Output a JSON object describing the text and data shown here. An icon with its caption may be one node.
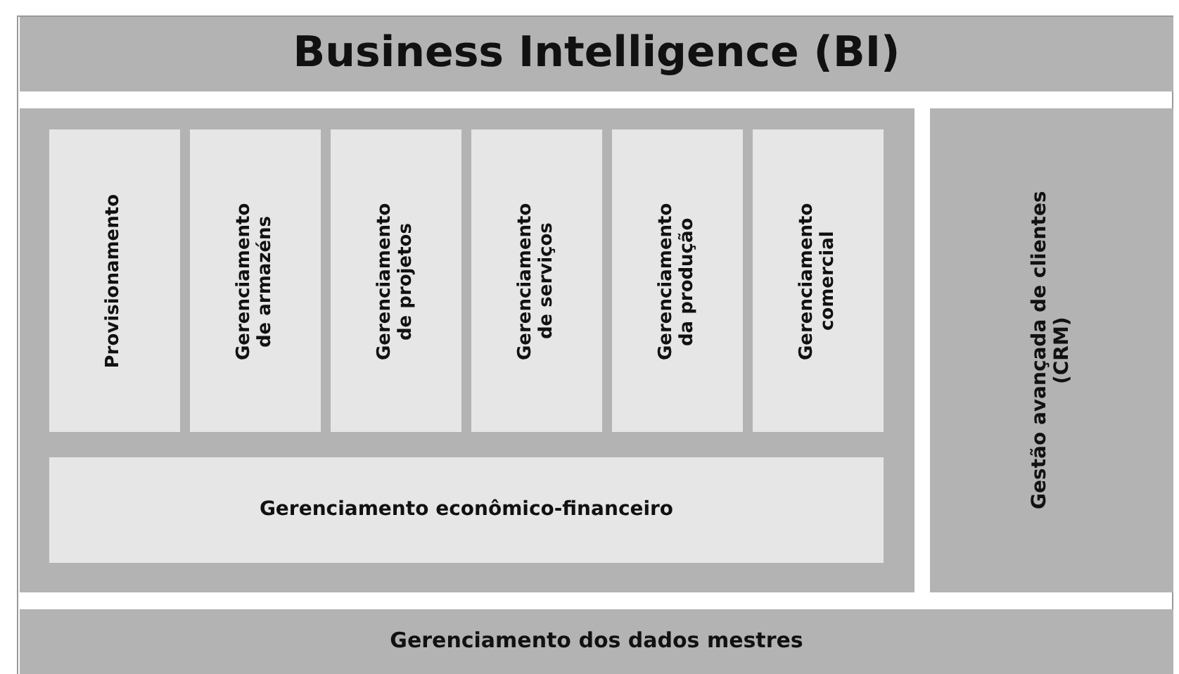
{
  "diagram": {
    "nodes": [
      {
        "text": [
          "Business Intelligence (BI)"
        ]
      },
      {
        "text": [],
        "shape": "box"
      },
      {
        "text": [
          "Provisionamento"
        ],
        "in": 1
      },
      {
        "text": [
          "Gerenciamento de armazéns"
        ],
        "in": 1
      },
      {
        "text": [
          "Gerenciamento de projetos"
        ],
        "in": 1
      },
      {
        "text": [
          "Gerenciamento de serviços"
        ],
        "in": 1
      },
      {
        "text": [
          "Gerenciamento da produção"
        ],
        "in": 1
      },
      {
        "text": [
          "Gerenciamento comercial"
        ],
        "in": 1
      },
      {
        "text": [
          "Gerenciamento econômico-financeiro"
        ],
        "in": 1
      },
      {
        "text": [
          "Gestão avançada de clientes (CRM)"
        ]
      },
      {
        "text": [
          "Gerenciamento dos dados mestres"
        ]
      }
    ]
  }
}
